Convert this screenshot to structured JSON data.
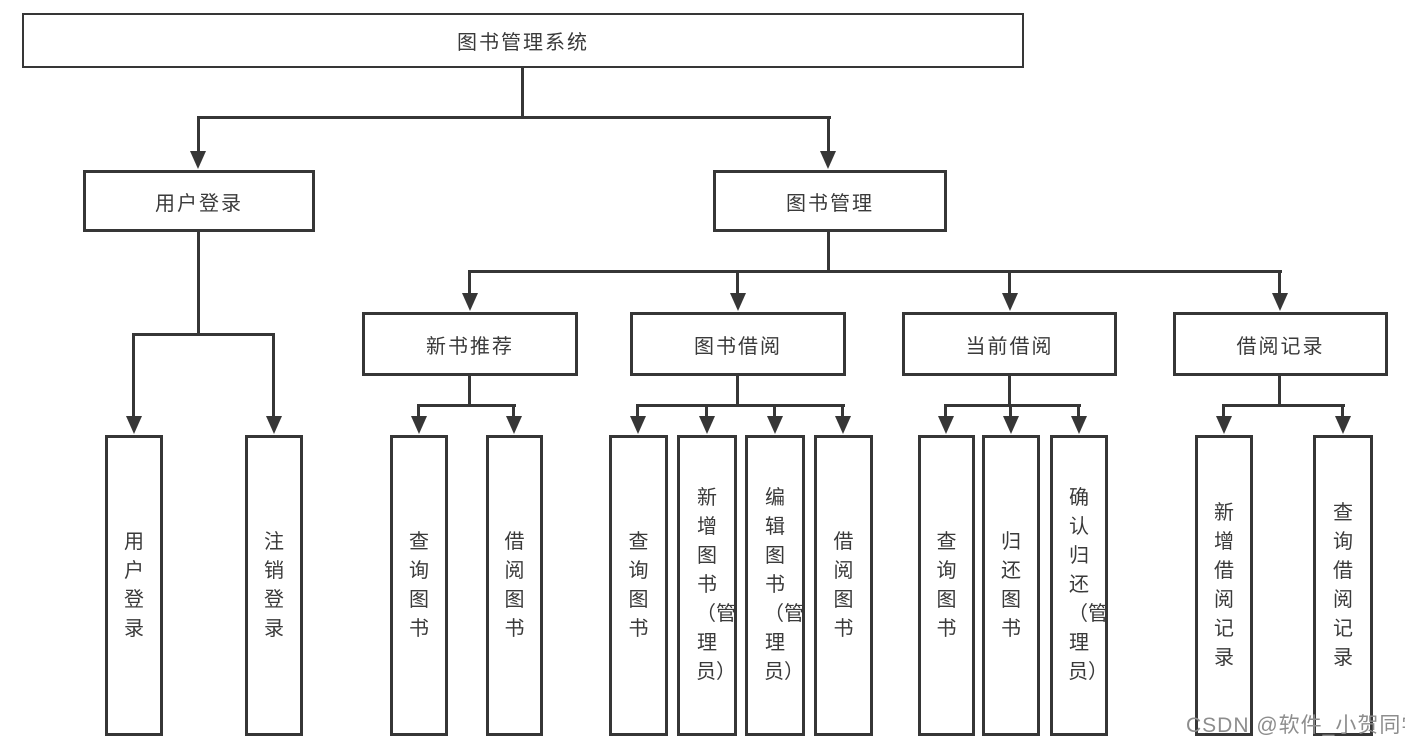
{
  "colors": {
    "line": "#363636",
    "text": "#3a3a3a",
    "watermark": "#8d8d8d",
    "background": "#ffffff"
  },
  "nodes": {
    "root": "图书管理系统",
    "level2": {
      "user_login": "用户登录",
      "book_management": "图书管理"
    },
    "level3": {
      "new_book_recommend": "新书推荐",
      "book_borrow": "图书借阅",
      "current_borrow": "当前借阅",
      "borrow_records": "借阅记录"
    },
    "user_login_children": [
      "用户登录",
      "注销登录"
    ],
    "new_book_children": [
      "查询图书",
      "借阅图书"
    ],
    "book_borrow_children": [
      "查询图书",
      "新增图书（管理员）",
      "编辑图书（管理员）",
      "借阅图书"
    ],
    "current_borrow_children": [
      "查询图书",
      "归还图书",
      "确认归还（管理员）"
    ],
    "borrow_records_children": [
      "新增借阅记录",
      "查询借阅记录"
    ]
  },
  "watermark": "CSDN @软件_小贺同学"
}
